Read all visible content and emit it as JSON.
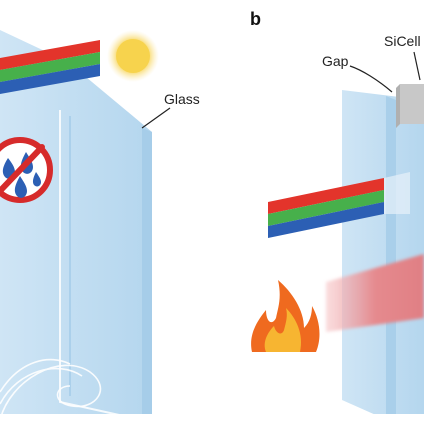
{
  "figure": {
    "panel_b_letter": "b",
    "labels": {
      "glass": "Glass",
      "gap": "Gap",
      "sicell": "SiCell"
    }
  },
  "icons": {
    "sun": "sun-icon",
    "no_water_drops": "no-water-drops-icon",
    "flame": "flame-icon",
    "rainbow_light_beam": "rgb-light-beam-icon",
    "heat_beam": "heat-beam-icon"
  },
  "colors": {
    "glass": "#bfdcf0",
    "glass_edge": "#9cc7e6",
    "beam_red": "#e3342b",
    "beam_green": "#47b04b",
    "beam_blue": "#2c5fb4",
    "sun": "#f7d34d",
    "no_symbol": "#d62b2b",
    "flame_outer": "#ef6a1f",
    "flame_inner": "#f7b531",
    "heat_beam": "#e58a8e",
    "sicell": "#c8c8c8"
  }
}
